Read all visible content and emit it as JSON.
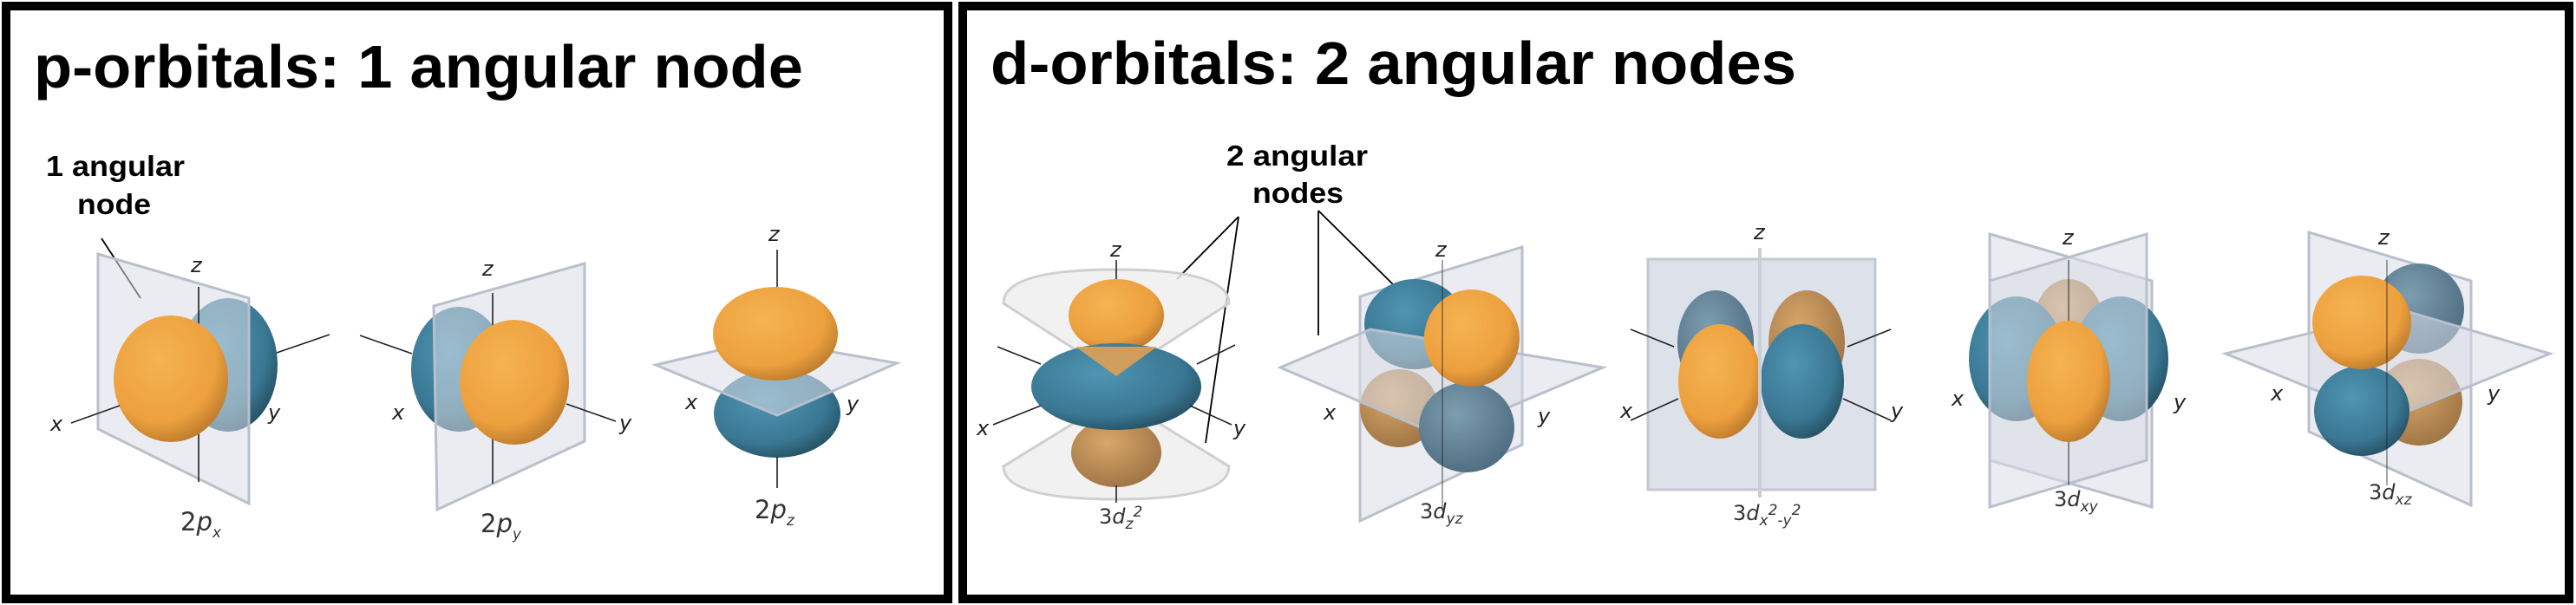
{
  "colors": {
    "positive_lobe": "#F0A23E",
    "negative_lobe": "#3E7E9A",
    "plane": "#D9DDE6",
    "border": "#000000"
  },
  "p_panel": {
    "title": "p-orbitals: 1 angular node",
    "callout_line1": "1 angular",
    "callout_line2": "node",
    "axes": {
      "x": "x",
      "y": "y",
      "z": "z"
    },
    "orbitals": [
      {
        "num": "2",
        "letter": "p",
        "sub": "x"
      },
      {
        "num": "2",
        "letter": "p",
        "sub": "y"
      },
      {
        "num": "2",
        "letter": "p",
        "sub": "z"
      }
    ]
  },
  "d_panel": {
    "title": "d-orbitals: 2 angular nodes",
    "callout_line1": "2 angular",
    "callout_line2": "nodes",
    "axes": {
      "x": "x",
      "y": "y",
      "z": "z"
    },
    "orbitals": [
      {
        "num": "3",
        "letter": "d",
        "sub": "z",
        "sup": "2"
      },
      {
        "num": "3",
        "letter": "d",
        "sub": "yz"
      },
      {
        "num": "3",
        "letter": "d",
        "sub": "x",
        "sup": "2",
        "sub2": "-y",
        "sup2": "2"
      },
      {
        "num": "3",
        "letter": "d",
        "sub": "xy"
      },
      {
        "num": "3",
        "letter": "d",
        "sub": "xz"
      }
    ]
  }
}
